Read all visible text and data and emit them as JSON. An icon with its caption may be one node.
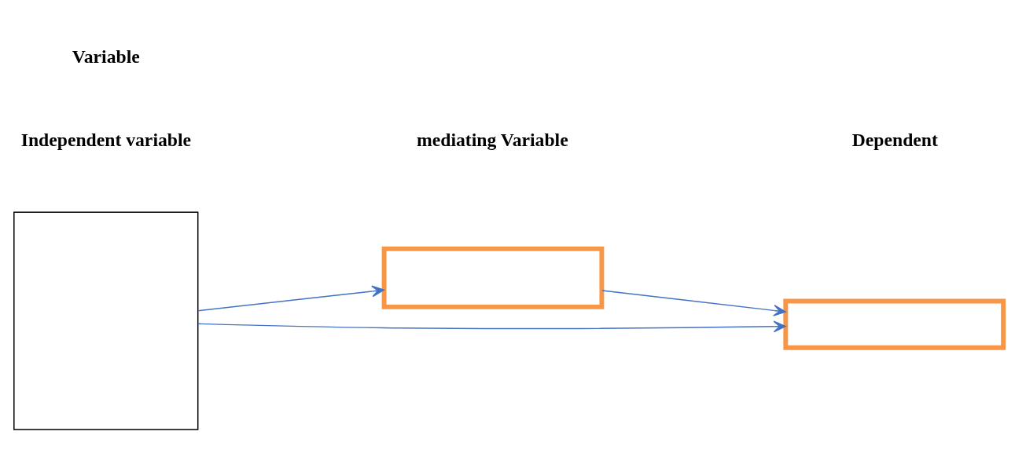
{
  "diagram": {
    "nodes": [
      {
        "text": [],
        "shape": "box"
      },
      {
        "text": [],
        "shape": "box"
      },
      {
        "text": [],
        "shape": "box"
      }
    ],
    "edges": [
      {
        "from": 0,
        "to": 1,
        "arrow": "to"
      },
      {
        "from": 1,
        "to": 2,
        "arrow": "to"
      },
      {
        "from": 0,
        "to": 2,
        "arrow": "to"
      }
    ],
    "labels": [
      "Independent variable",
      "mediating Variable",
      "Dependent",
      "Variable"
    ]
  }
}
